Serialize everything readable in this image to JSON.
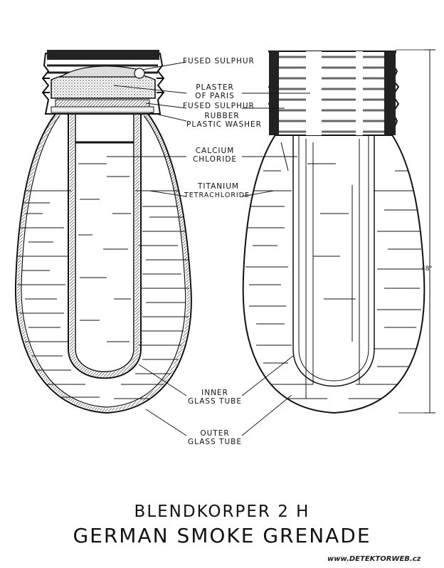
{
  "labels": {
    "fused_sulphur_top": "FUSED SULPHUR",
    "plaster_1": "PLASTER",
    "plaster_2": "OF PARIS",
    "fused_sulphur_lower": "FUSED SULPHUR",
    "rubber_1": "RUBBER",
    "rubber_2": "PLASTIC WASHER",
    "calcium_1": "CALCIUM",
    "calcium_2": "CHLORIDE",
    "titanium_1": "TITANIUM",
    "titanium_2": "TETRACHLORIDE",
    "inner_1": "INNER",
    "inner_2": "GLASS TUBE",
    "outer_1": "OUTER",
    "outer_2": "GLASS TUBE"
  },
  "dimension": "48\"",
  "title_line1": "BLENDKORPER 2 H",
  "title_line2": "GERMAN SMOKE GRENADE",
  "credit": "www.DETEKTORWEB.cz"
}
